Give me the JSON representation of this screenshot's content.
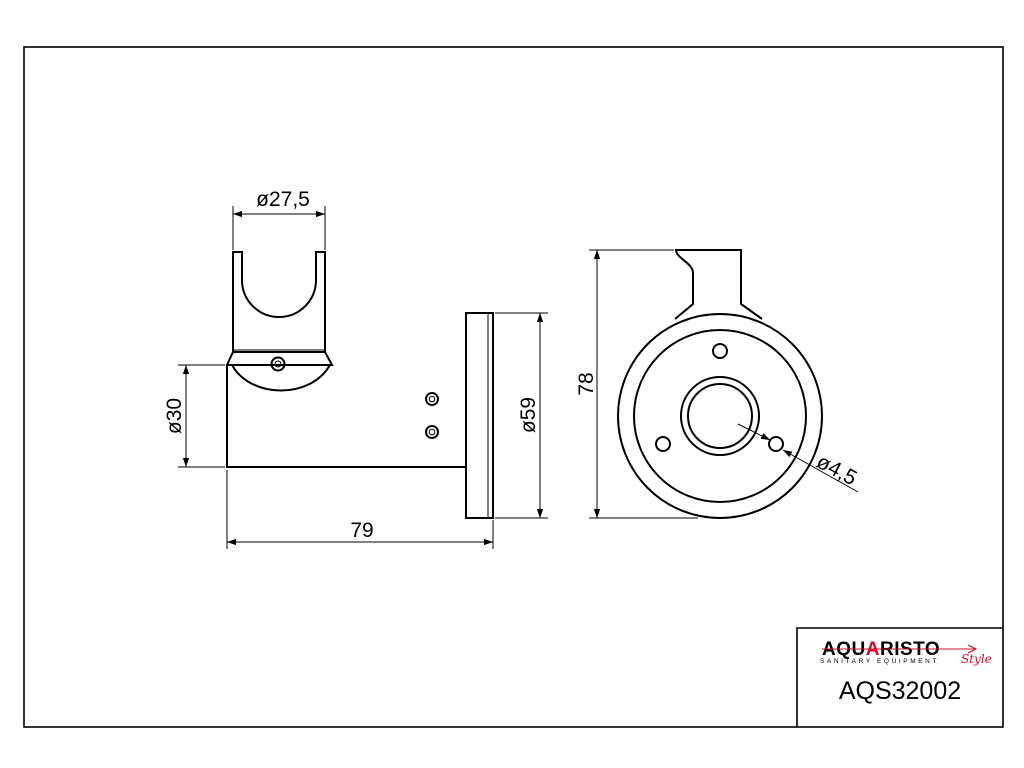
{
  "drawing": {
    "dimensions": {
      "holder_width": "ø27,5",
      "tube_diameter": "ø30",
      "flange_diameter": "ø59",
      "depth": "79",
      "height": "78",
      "hole_diameter": "ø4,5"
    }
  },
  "title_block": {
    "brand_prefix": "AQU",
    "brand_accent": "A",
    "brand_suffix": "RISTO",
    "brand_tagline": "SANITARY EQUIPMENT",
    "brand_script": "Style",
    "product_code": "AQS32002"
  },
  "colors": {
    "line": "#000000",
    "brand_accent": "#c8102e"
  }
}
